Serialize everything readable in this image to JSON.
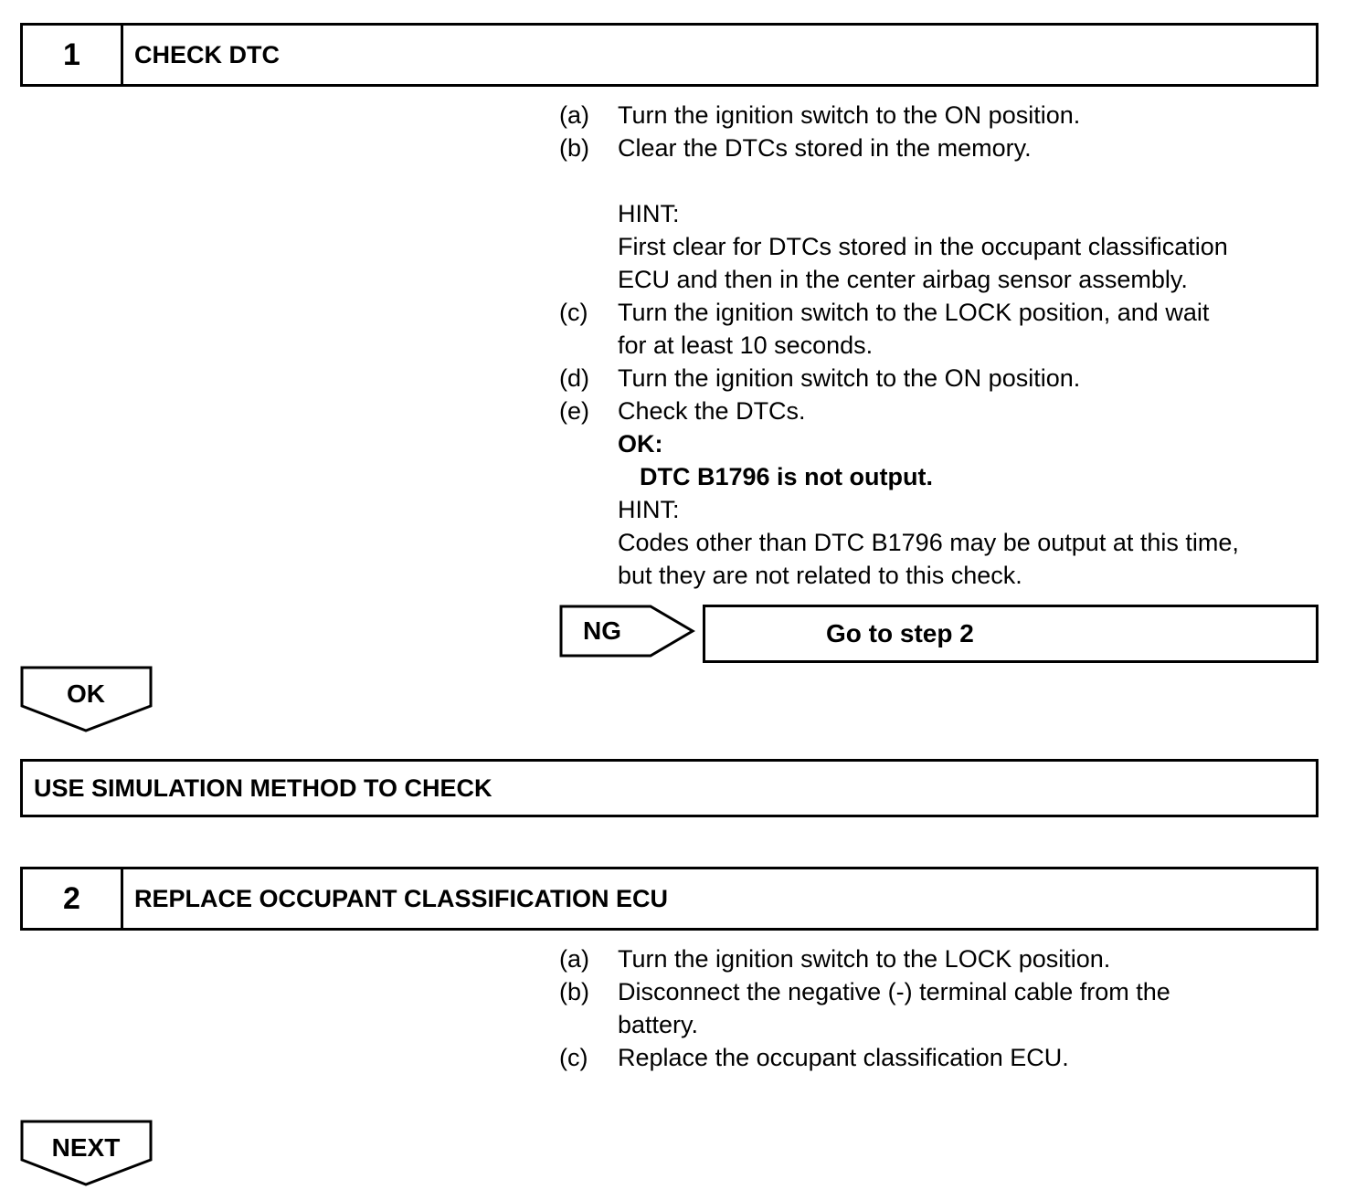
{
  "step1": {
    "number": "1",
    "title": "CHECK DTC",
    "items": {
      "a": {
        "label": "(a)",
        "text": "Turn the ignition switch to the ON position."
      },
      "b": {
        "label": "(b)",
        "text": "Clear the DTCs stored in the memory."
      },
      "hint1_label": "HINT:",
      "hint1_line1": "First clear for DTCs stored in the occupant classification",
      "hint1_line2": "ECU and then in the center airbag sensor assembly.",
      "c": {
        "label": "(c)",
        "line1": "Turn the ignition switch to the LOCK position, and wait",
        "line2": "for at least 10 seconds."
      },
      "d": {
        "label": "(d)",
        "text": "Turn the ignition switch to the ON position."
      },
      "e": {
        "label": "(e)",
        "text": "Check the DTCs."
      },
      "ok_label": "OK:",
      "ok_text": "DTC B1796 is not output.",
      "hint2_label": "HINT:",
      "hint2_line1": "Codes other than DTC B1796 may be output at this time,",
      "hint2_line2": "but they are not related to this check."
    },
    "ng_label": "NG",
    "ng_action": "Go to step 2",
    "ok_arrow": "OK"
  },
  "simulation": {
    "title": "USE SIMULATION METHOD TO CHECK"
  },
  "step2": {
    "number": "2",
    "title": "REPLACE OCCUPANT CLASSIFICATION ECU",
    "items": {
      "a": {
        "label": "(a)",
        "text": "Turn the ignition switch to the LOCK position."
      },
      "b": {
        "label": "(b)",
        "line1": "Disconnect the negative (-) terminal cable from the",
        "line2": "battery."
      },
      "c": {
        "label": "(c)",
        "text": "Replace the occupant classification ECU."
      }
    },
    "next_arrow": "NEXT"
  }
}
